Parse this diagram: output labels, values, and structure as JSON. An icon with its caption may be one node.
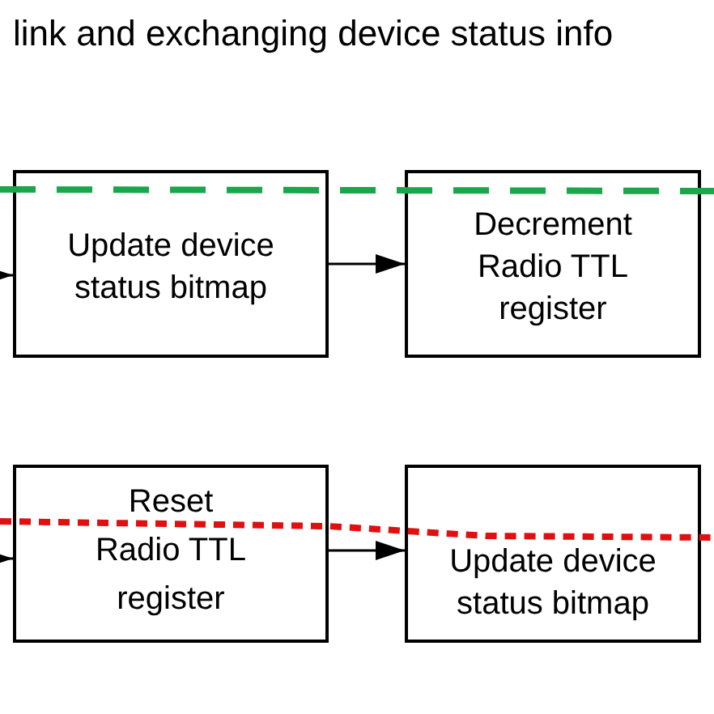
{
  "diagram": {
    "title": "link and exchanging device status info",
    "nodes": [
      {
        "text": [
          "Update device status bitmap"
        ]
      },
      {
        "text": [
          "Decrement Radio TTL register"
        ]
      },
      {
        "text": [
          "Reset Radio TTL register"
        ]
      },
      {
        "text": [
          "Update device status bitmap"
        ]
      }
    ],
    "edges": [
      {
        "from": null,
        "to": 0,
        "arrow": "to"
      },
      {
        "from": 0,
        "to": 1,
        "arrow": "to"
      },
      {
        "from": null,
        "to": 2,
        "arrow": "to"
      },
      {
        "from": 2,
        "to": 3,
        "arrow": "to"
      }
    ]
  }
}
